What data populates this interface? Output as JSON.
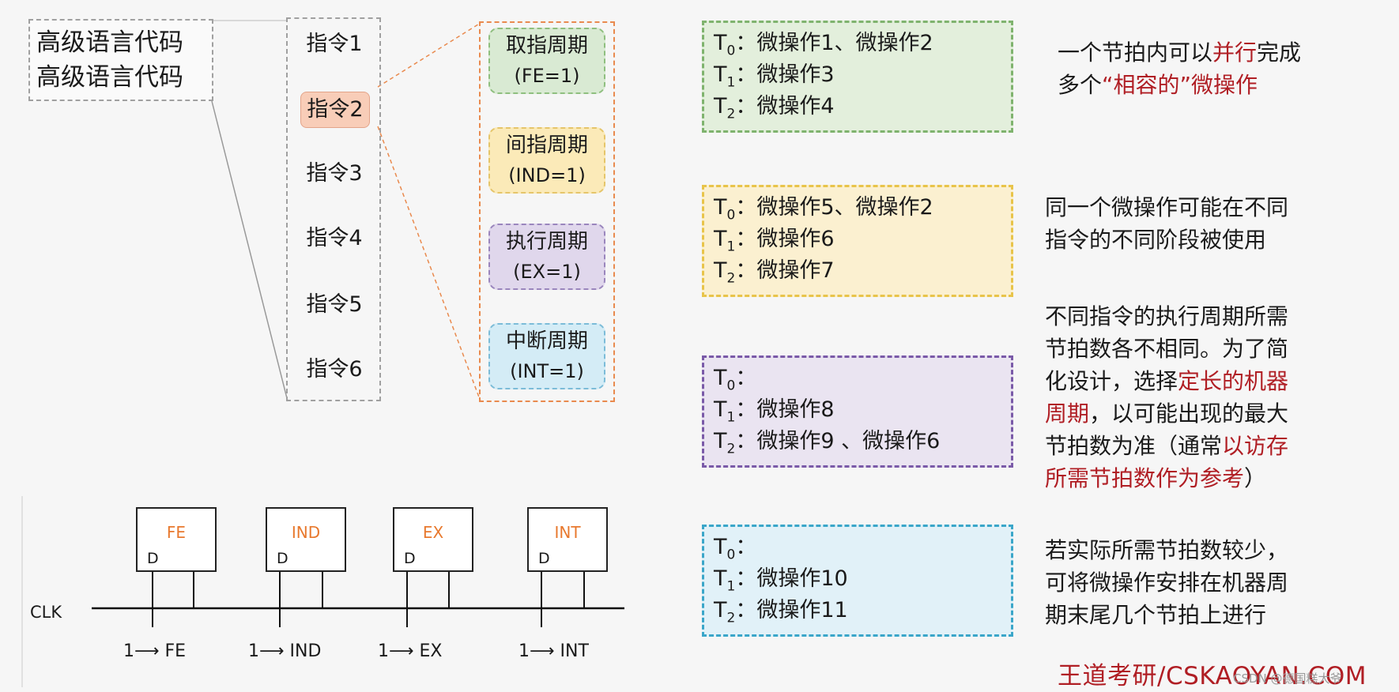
{
  "high_level": {
    "line1": "高级语言代码",
    "line2": "高级语言代码"
  },
  "instructions": [
    "指令1",
    "指令2",
    "指令3",
    "指令4",
    "指令5",
    "指令6"
  ],
  "selected_instruction": "指令2",
  "cycles": [
    {
      "name": "取指周期",
      "flag": "(FE=1)",
      "bg": "#d9ead3",
      "border": "#8fbf7f"
    },
    {
      "name": "间指周期",
      "flag": "(IND=1)",
      "bg": "#fbeab8",
      "border": "#e5c56a"
    },
    {
      "name": "执行周期",
      "flag": "(EX=1)",
      "bg": "#e0d7ec",
      "border": "#9a86bd"
    },
    {
      "name": "中断周期",
      "flag": "(INT=1)",
      "bg": "#d4ecf6",
      "border": "#7cbcd8"
    }
  ],
  "timing_boxes": [
    {
      "border": "#7fb36e",
      "bg": "#e3efdc",
      "rows": [
        {
          "t": "T",
          "s": "0",
          "ops": "：微操作1、微操作2"
        },
        {
          "t": "T",
          "s": "1",
          "ops": "：微操作3"
        },
        {
          "t": "T",
          "s": "2",
          "ops": "：微操作4"
        }
      ]
    },
    {
      "border": "#e8c44a",
      "bg": "#fbf0d0",
      "rows": [
        {
          "t": "T",
          "s": "0",
          "ops": "：微操作5、微操作2"
        },
        {
          "t": "T",
          "s": "1",
          "ops": "：微操作6"
        },
        {
          "t": "T",
          "s": "2",
          "ops": "：微操作7"
        }
      ]
    },
    {
      "border": "#7a5aa8",
      "bg": "#eae4f1",
      "rows": [
        {
          "t": "T",
          "s": "0",
          "ops": "："
        },
        {
          "t": "T",
          "s": "1",
          "ops": "：微操作8"
        },
        {
          "t": "T",
          "s": "2",
          "ops": "：微操作9 、微操作6"
        }
      ]
    },
    {
      "border": "#3aa6c9",
      "bg": "#e1f1f8",
      "rows": [
        {
          "t": "T",
          "s": "0",
          "ops": "："
        },
        {
          "t": "T",
          "s": "1",
          "ops": "：微操作10"
        },
        {
          "t": "T",
          "s": "2",
          "ops": "：微操作11"
        }
      ]
    }
  ],
  "notes": {
    "n1": {
      "a": "一个节拍内可以",
      "b": "并行",
      "c": "完成",
      "d": "多个",
      "e": "“相容的”微操作"
    },
    "n2": {
      "l1": "同一个微操作可能在不同",
      "l2": "指令的不同阶段被使用"
    },
    "n3": {
      "l1": "不同指令的执行周期所需",
      "l2": "节拍数各不相同。为了简",
      "l3a": "化设计，选择",
      "l3b": "定长的机器",
      "l4a": "周期",
      "l4b": "，以可能出现的最大",
      "l5a": "节拍数为准（通常",
      "l5b": "以访存",
      "l6a": "所需节拍数作为参考",
      "l6b": "）"
    },
    "n4": {
      "l1": "若实际所需节拍数较少，",
      "l2": "可将微操作安排在机器周",
      "l3": "期末尾几个节拍上进行"
    }
  },
  "circuit": {
    "clk": "CLK",
    "flipflops": [
      {
        "name": "FE",
        "d": "D",
        "label": "1⟶ FE"
      },
      {
        "name": "IND",
        "d": "D",
        "label": "1⟶ IND"
      },
      {
        "name": "EX",
        "d": "D",
        "label": "1⟶ EX"
      },
      {
        "name": "INT",
        "d": "D",
        "label": "1⟶ INT"
      }
    ]
  },
  "footer": "王道考研/CSKAOYAN.COM",
  "watermark": "CSDN @德国糕大爷"
}
